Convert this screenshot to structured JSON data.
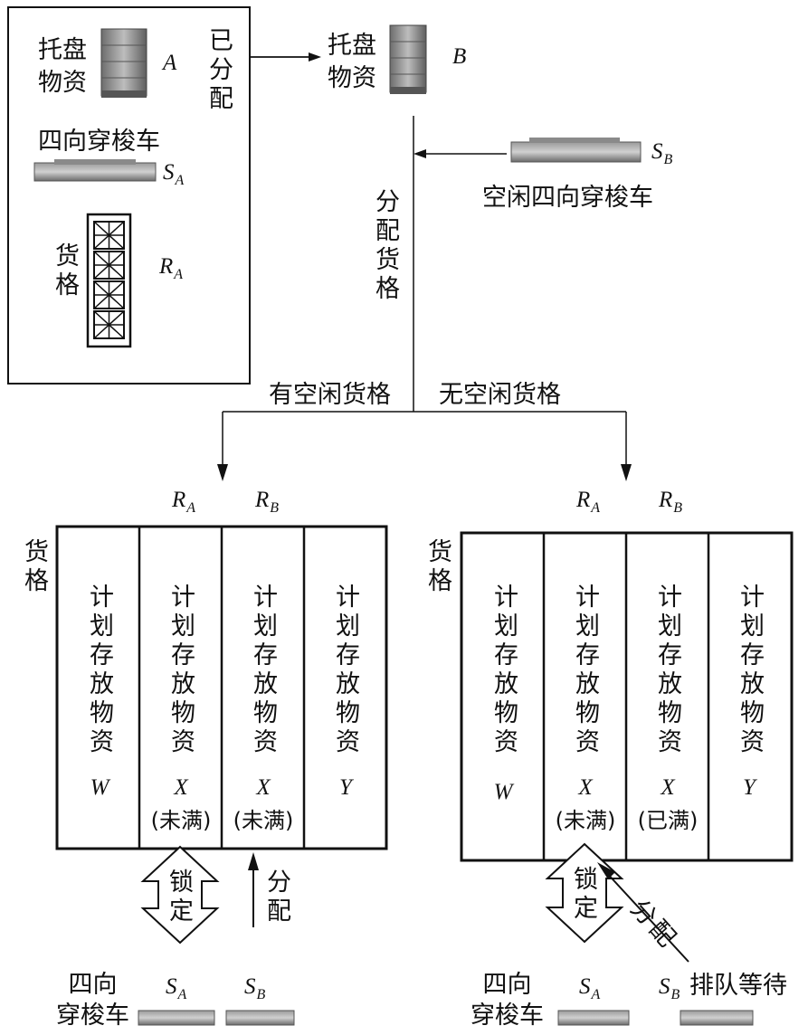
{
  "source_box": {
    "pallet_label": "托盘\n物资",
    "pallet_var": "A",
    "allocated": "已分配",
    "shuttle_label": "四向穿梭车",
    "shuttle_var": "S",
    "shuttle_sub": "A",
    "rack_label": "货格",
    "rack_var": "R",
    "rack_sub": "A"
  },
  "target": {
    "pallet_label": "托盘\n物资",
    "pallet_var": "B",
    "idle_shuttle_var": "S",
    "idle_shuttle_sub": "B",
    "idle_shuttle_label": "空闲四向穿梭车",
    "assign_slot_label": "分配货格"
  },
  "branch": {
    "left_label": "有空闲货格",
    "right_label": "无空闲货格"
  },
  "scenarios": [
    {
      "id": "left",
      "rack_label": "货格",
      "header_vars": [
        {
          "v": "R",
          "s": "A"
        },
        {
          "v": "R",
          "s": "B"
        }
      ],
      "cells": [
        {
          "text": "计划存放物资",
          "var": "W",
          "status": ""
        },
        {
          "text": "计划存放物资",
          "var": "X",
          "status": "(未满)"
        },
        {
          "text": "计划存放物资",
          "var": "X",
          "status": "(未满)"
        },
        {
          "text": "计划存放物资",
          "var": "Y",
          "status": ""
        }
      ],
      "lock_label": "锁定",
      "assign_label": "分配",
      "shuttle_label": "四向\n穿梭车",
      "shuttle_a": {
        "v": "S",
        "s": "A"
      },
      "shuttle_b": {
        "v": "S",
        "s": "B"
      },
      "wait_label": ""
    },
    {
      "id": "right",
      "rack_label": "货格",
      "header_vars": [
        {
          "v": "R",
          "s": "A"
        },
        {
          "v": "R",
          "s": "B"
        }
      ],
      "cells": [
        {
          "text": "计划存放物资",
          "var": "W",
          "status": ""
        },
        {
          "text": "计划存放物资",
          "var": "X",
          "status": "(未满)"
        },
        {
          "text": "计划存放物资",
          "var": "X",
          "status": "(已满)"
        },
        {
          "text": "计划存放物资",
          "var": "Y",
          "status": ""
        }
      ],
      "lock_label": "锁定",
      "assign_label": "分配",
      "shuttle_label": "四向\n穿梭车",
      "shuttle_a": {
        "v": "S",
        "s": "A"
      },
      "shuttle_b": {
        "v": "S",
        "s": "B"
      },
      "wait_label": "排队等待"
    }
  ]
}
